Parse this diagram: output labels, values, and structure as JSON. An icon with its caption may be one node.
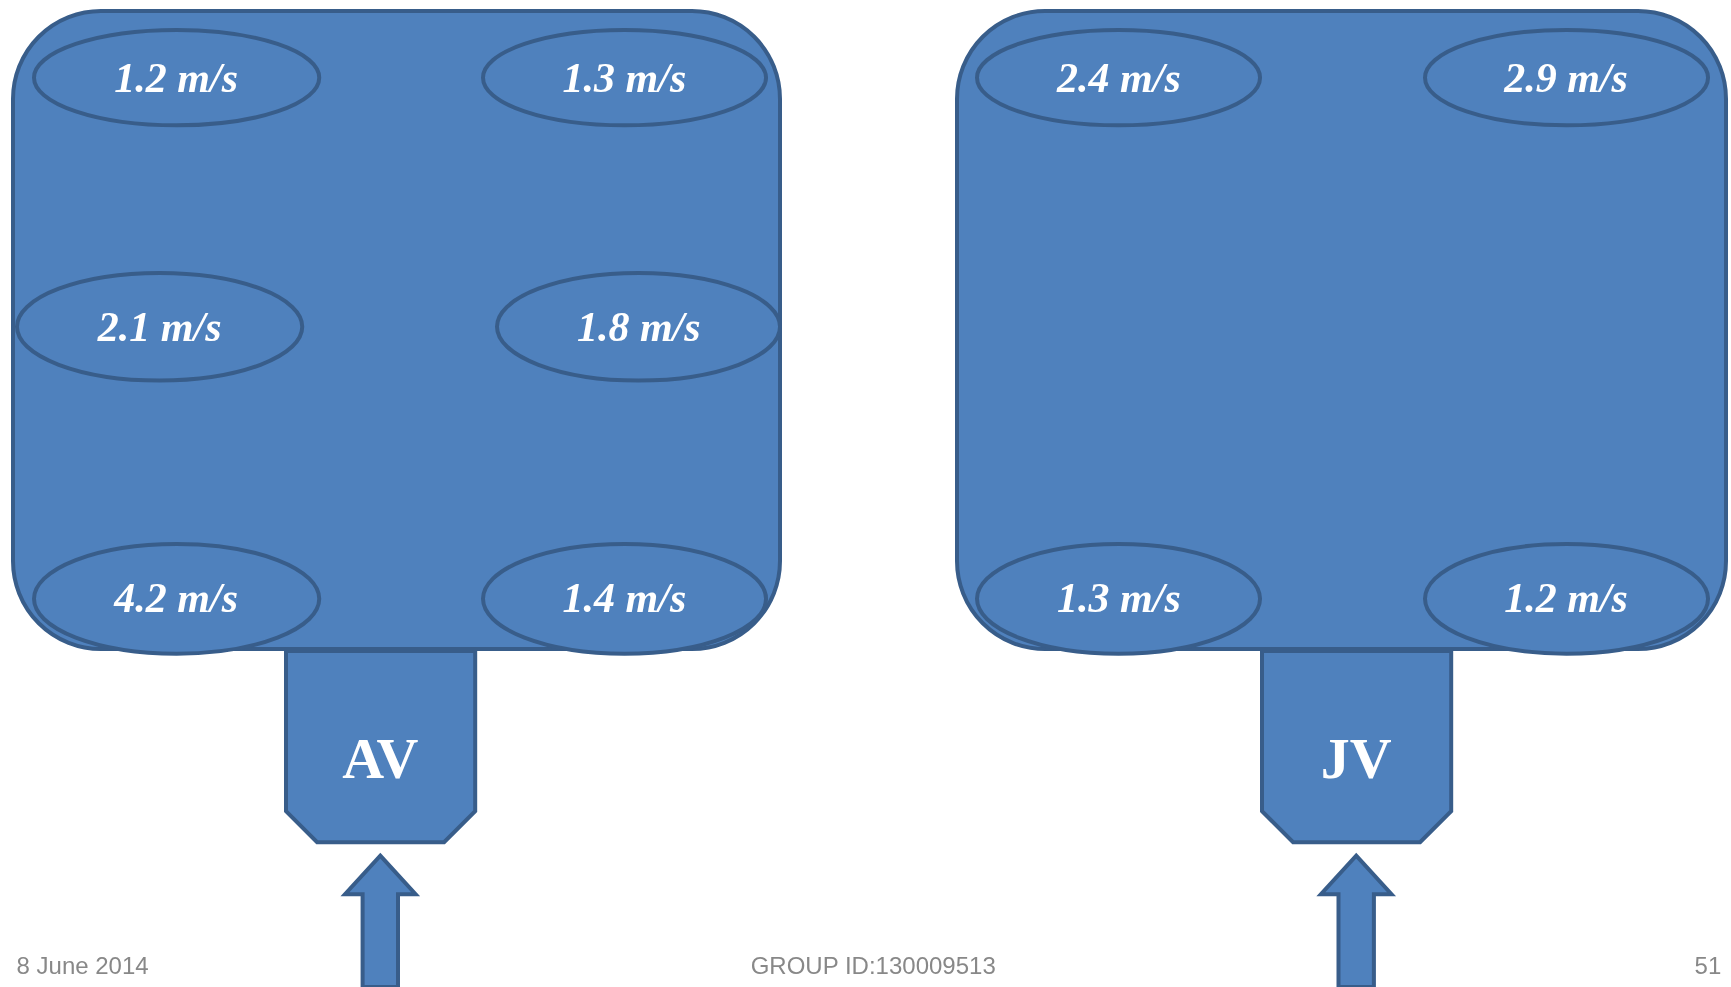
{
  "diagram": {
    "nodes": [
      {
        "text": [],
        "shape": "box"
      },
      {
        "text": [
          "1.2 m/s"
        ],
        "in": 0
      },
      {
        "text": [
          "1.3 m/s"
        ],
        "in": 0
      },
      {
        "text": [
          "2.1 m/s"
        ],
        "in": 0
      },
      {
        "text": [
          "1.8 m/s"
        ],
        "in": 0
      },
      {
        "text": [
          "4.2 m/s"
        ],
        "in": 0
      },
      {
        "text": [
          "1.4 m/s"
        ],
        "in": 0
      },
      {
        "text": [
          "AV"
        ]
      },
      {
        "text": [],
        "shape": "box"
      },
      {
        "text": [
          "2.4 m/s"
        ],
        "in": 8
      },
      {
        "text": [
          "2.9 m/s"
        ],
        "in": 8
      },
      {
        "text": [
          "1.3 m/s"
        ],
        "in": 8
      },
      {
        "text": [
          "1.2 m/s"
        ],
        "in": 8
      },
      {
        "text": [
          "JV"
        ]
      }
    ],
    "edges": [
      {
        "from": null,
        "to": 7,
        "arrow": "to"
      },
      {
        "from": null,
        "to": 13,
        "arrow": "to"
      }
    ],
    "labels": [
      "8 June 2014",
      "GROUP ID:130009513",
      "51"
    ]
  }
}
